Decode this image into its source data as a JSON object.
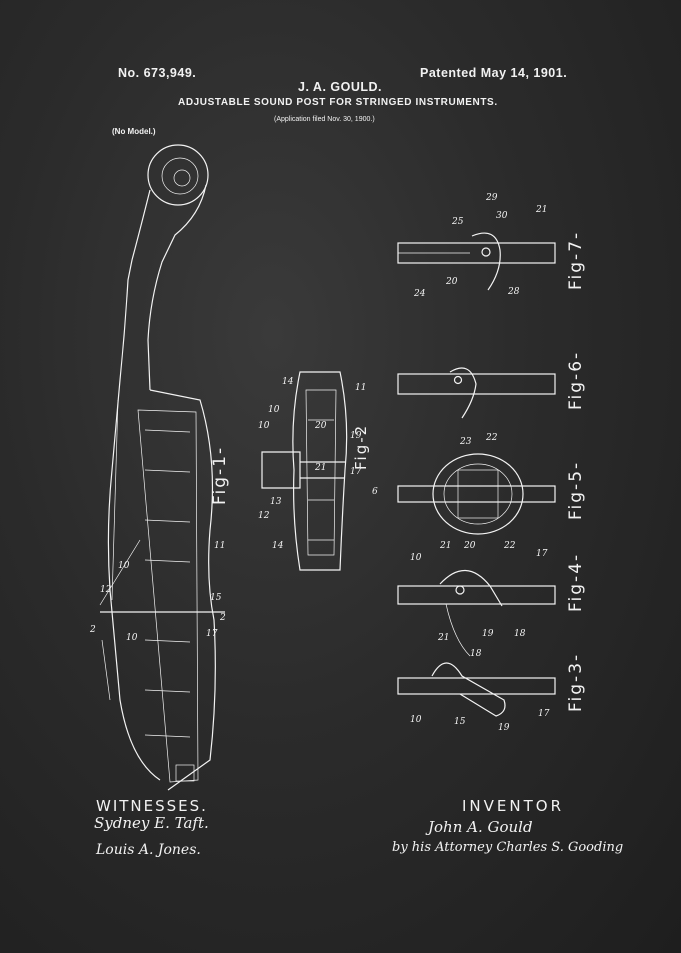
{
  "header": {
    "patent_number": "No. 673,949.",
    "inventor": "J. A. GOULD.",
    "date": "Patented May 14, 1901.",
    "title": "ADJUSTABLE SOUND POST FOR STRINGED INSTRUMENTS.",
    "application": "(Application filed Nov. 30, 1900.)",
    "model": "(No Model.)"
  },
  "figures": {
    "fig1": "Fig-1-",
    "fig2": "Fig-2",
    "fig3": "Fig-3-",
    "fig4": "Fig-4-",
    "fig5": "Fig-5-",
    "fig6": "Fig-6-",
    "fig7": "Fig-7-"
  },
  "reference_numerals": [
    "10",
    "11",
    "12",
    "13",
    "14",
    "15",
    "17",
    "18",
    "19",
    "20",
    "21",
    "22",
    "23",
    "24",
    "25",
    "28",
    "29",
    "30",
    "2",
    "6"
  ],
  "signatures": {
    "witnesses_label": "WITNESSES.",
    "witness_1": "Sydney E. Taft.",
    "witness_2": "Louis A. Jones.",
    "inventor_label": "INVENTOR",
    "inventor_name": "John A. Gould",
    "attorney": "by his Attorney Charles S. Gooding"
  }
}
